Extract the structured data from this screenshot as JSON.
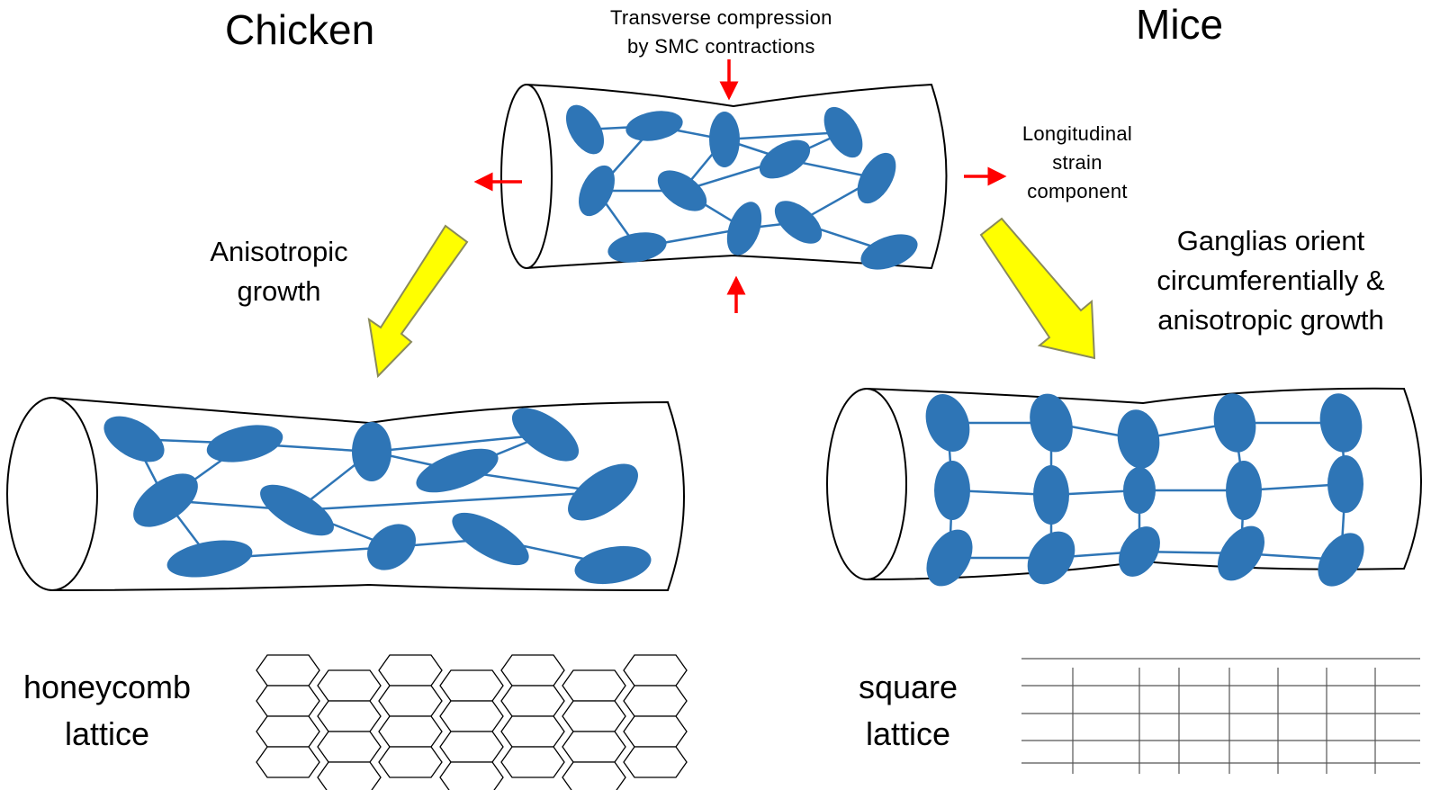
{
  "titles": {
    "chicken": "Chicken",
    "mice": "Mice"
  },
  "annotations": {
    "compression_line1": "Transverse compression",
    "compression_line2": "by SMC contractions",
    "longitudinal_line1": "Longitudinal",
    "longitudinal_line2": "strain",
    "longitudinal_line3": "component",
    "anisotropic_line1": "Anisotropic",
    "anisotropic_line2": "growth",
    "ganglia_line1": "Ganglias orient",
    "ganglia_line2": "circumferentially &",
    "ganglia_line3": "anisotropic growth",
    "honeycomb_line1": "honeycomb",
    "honeycomb_line2": "lattice",
    "square_line1": "square",
    "square_line2": "lattice"
  },
  "colors": {
    "ganglion_fill": "#2e75b6",
    "connection_line": "#2e75b6",
    "force_arrow": "#ff0000",
    "growth_arrow_fill": "#ffff00",
    "growth_arrow_stroke": "#8a8a5a",
    "outline": "#000000"
  }
}
